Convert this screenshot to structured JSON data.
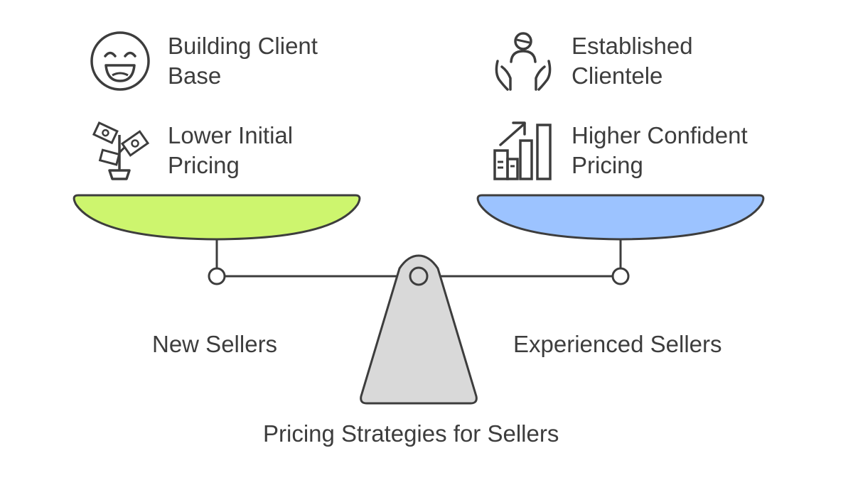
{
  "title": "Pricing Strategies for Sellers",
  "left": {
    "seller_label": "New Sellers",
    "items": [
      {
        "line1": "Building Client",
        "line2": "Base",
        "icon": "smiley-face-icon"
      },
      {
        "line1": "Lower Initial",
        "line2": "Pricing",
        "icon": "money-plant-icon"
      }
    ],
    "pan_color": "#cdf56e"
  },
  "right": {
    "seller_label": "Experienced Sellers",
    "items": [
      {
        "line1": "Established",
        "line2": "Clientele",
        "icon": "person-hands-icon"
      },
      {
        "line1": "Higher Confident",
        "line2": "Pricing",
        "icon": "growth-chart-icon"
      }
    ],
    "pan_color": "#9cc3ff"
  },
  "fulcrum_color": "#d9d9d9",
  "stroke_color": "#3d3d3d"
}
